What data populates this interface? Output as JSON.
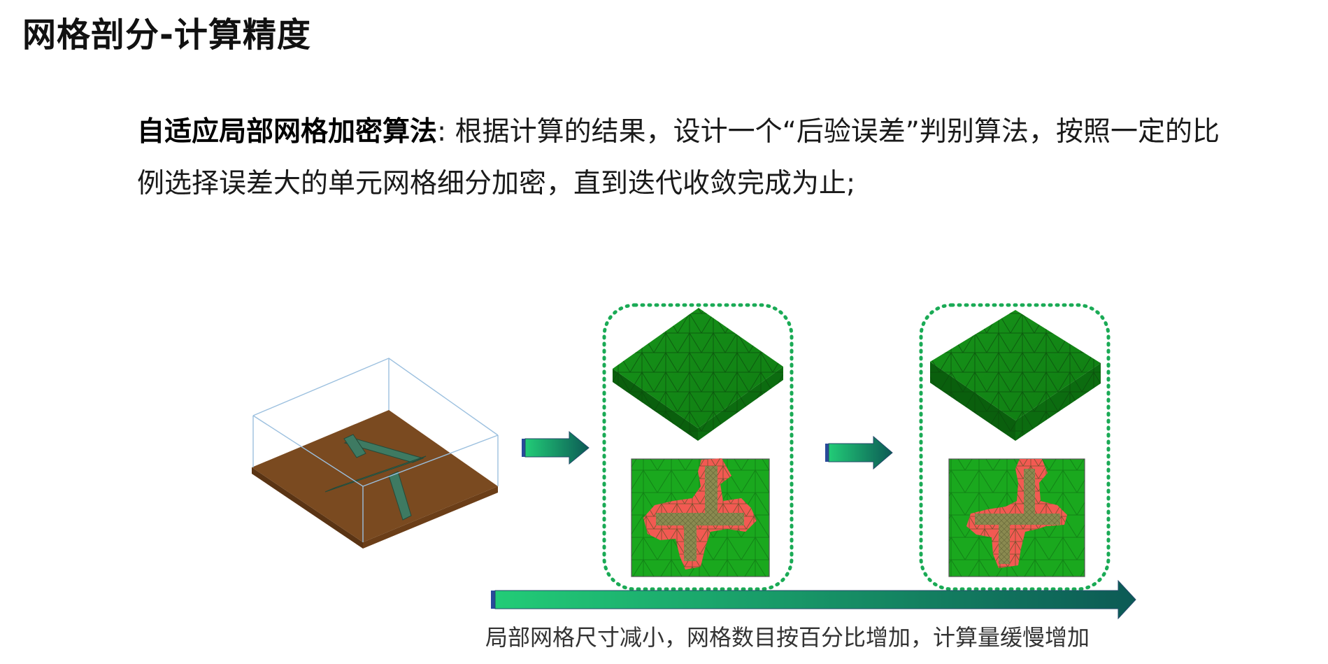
{
  "slide": {
    "title": "网格剖分-计算精度"
  },
  "description": {
    "term": "自适应局部网格加密算法",
    "separator": ":",
    "line_one": "根据计算的结果，设计一个“后验误差”判别算法，按照一定的比",
    "line_two": "例选择误差大的单元网格细分加密，直到迭代收敛完成为止;"
  },
  "figure": {
    "caption": "局部网格尺寸减小，网格数目按百分比增加，计算量缓慢增加",
    "colors": {
      "substrate": "#7a4a20",
      "strip": "#3e7a62",
      "mesh_dark": "#0e7a12",
      "mesh_light": "#1aa81e",
      "refined_cells": "#f25a52",
      "outline_dots": "#1aaa55",
      "arrow_start": "#22cc77",
      "arrow_end": "#0c5a55"
    },
    "icons": [
      "substrate-model-icon",
      "coarse-mesh-icon",
      "refined-mesh-icon",
      "right-arrow-icon"
    ]
  }
}
